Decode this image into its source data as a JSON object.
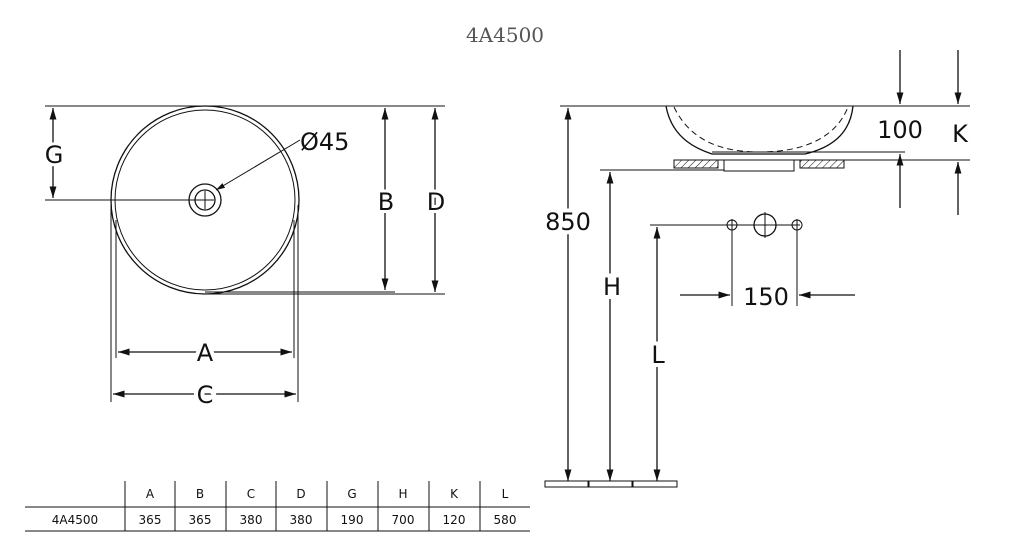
{
  "title": "4A4500",
  "plan_view": {
    "labels": {
      "G": "G",
      "B": "B",
      "D": "D",
      "A": "A",
      "C": "C",
      "drain": "Ø45"
    }
  },
  "side_view": {
    "labels": {
      "height": "850",
      "H": "H",
      "L": "L",
      "tap_spacing": "150",
      "bowl_depth": "100",
      "K": "K"
    }
  },
  "table": {
    "headers": [
      "",
      "A",
      "B",
      "C",
      "D",
      "G",
      "H",
      "K",
      "L"
    ],
    "rows": [
      [
        "4A4500",
        "365",
        "365",
        "380",
        "380",
        "190",
        "700",
        "120",
        "580"
      ]
    ]
  }
}
